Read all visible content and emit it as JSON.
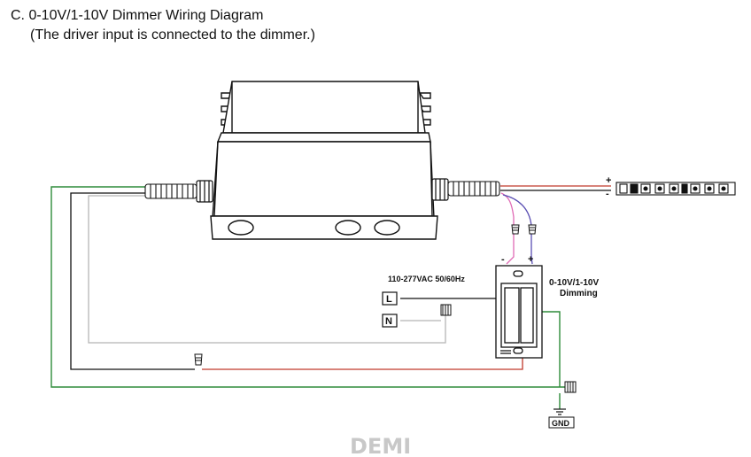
{
  "title": "C. 0-10V/1-10V Dimmer Wiring Diagram",
  "subtitle": "(The driver input is connected to the dimmer.)",
  "labels": {
    "input_voltage": "110-277VAC 50/60Hz",
    "dimming_line1": "0-10V/1-10V",
    "dimming_line2": "Dimming",
    "line": "L",
    "neutral": "N",
    "ground": "GND",
    "plus_strip": "+",
    "minus_strip": "-",
    "plus_dim": "+",
    "minus_dim": "-"
  },
  "watermark": "DEMI",
  "colors": {
    "line_black": "#111111",
    "wire_green": "#2e8b3a",
    "wire_gray": "#b5b5b5",
    "wire_red": "#c0392b",
    "wire_pink": "#e06bb5",
    "wire_purple": "#5b4fb3",
    "watermark": "#c8c8c8"
  }
}
